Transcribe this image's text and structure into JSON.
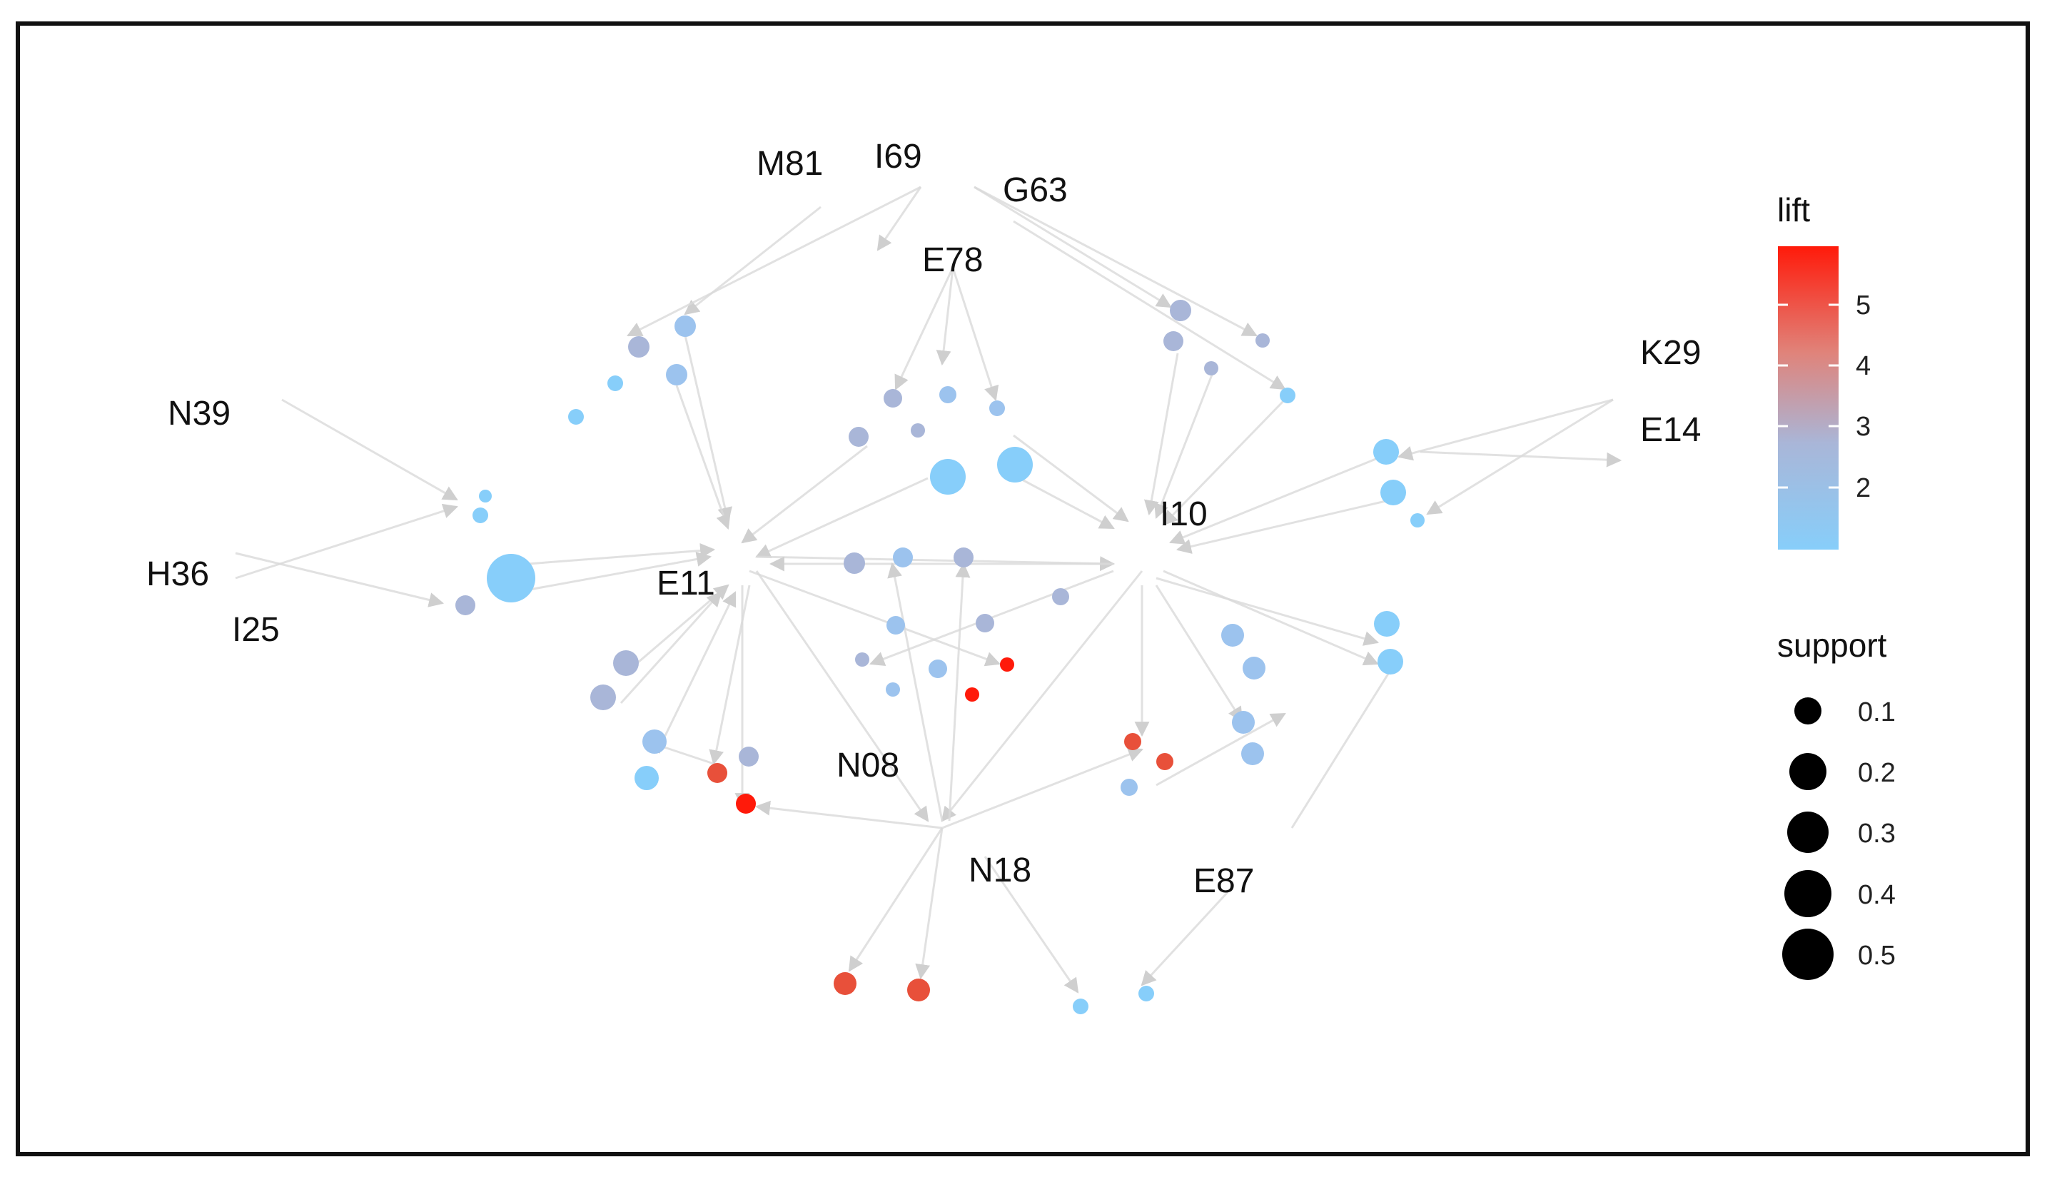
{
  "diagram": {
    "type": "association-rules-network",
    "item_labels": [
      "M81",
      "I69",
      "G63",
      "E78",
      "K29",
      "E14",
      "N39",
      "I10",
      "H36",
      "E11",
      "I25",
      "N08",
      "N18",
      "E87"
    ],
    "legend": {
      "color_title": "lift",
      "color_ticks": [
        "5",
        "4",
        "3",
        "2"
      ],
      "color_scale": {
        "low": "#87CEFA",
        "mid": "#A9B6D8",
        "high": "#FF1A0A"
      },
      "size_title": "support",
      "size_ticks": [
        "0.1",
        "0.2",
        "0.3",
        "0.4",
        "0.5"
      ]
    },
    "colors": {
      "edge": "#d9d9d9",
      "arrowhead": "#cfcfcf",
      "text": "#111111",
      "frame": "#111111",
      "legend_dot": "#000000"
    }
  }
}
